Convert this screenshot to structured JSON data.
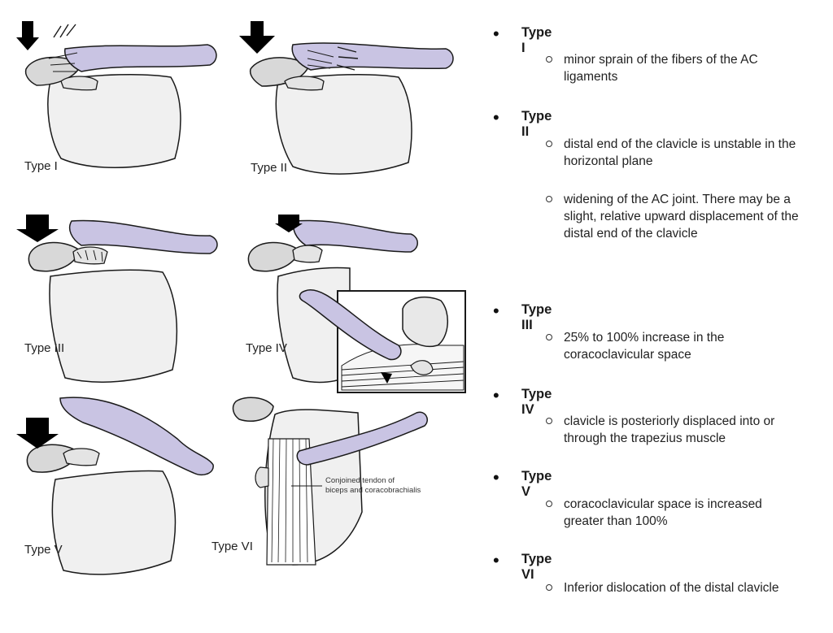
{
  "diagram": {
    "panels": [
      {
        "label": "Type I"
      },
      {
        "label": "Type II"
      },
      {
        "label": "Type III"
      },
      {
        "label": "Type IV"
      },
      {
        "label": "Type V"
      },
      {
        "label": "Type VI"
      }
    ],
    "callout": {
      "line1": "Conjoined tendon of",
      "line2": "biceps and coracobrachialis"
    },
    "colors": {
      "clavicle": "#c9c4e3",
      "bone": "#eeeeee",
      "outline": "#1a1a1a",
      "arrow": "#000000"
    }
  },
  "classification": [
    {
      "heading": "Type I",
      "points": [
        "minor sprain of the fibers of the AC ligaments"
      ]
    },
    {
      "heading": "Type II",
      "points": [
        "distal end of the clavicle is unstable in the horizontal plane",
        "widening of the AC joint. There may be a slight, relative upward displacement of the distal end of the clavicle"
      ]
    },
    {
      "heading": "Type III",
      "points": [
        "25% to 100% increase in the coracoclavicular space"
      ]
    },
    {
      "heading": "Type IV",
      "points": [
        "clavicle is posteriorly displaced into or through the trapezius muscle"
      ]
    },
    {
      "heading": "Type V",
      "points": [
        "coracoclavicular space is increased greater than 100%"
      ]
    },
    {
      "heading": "Type VI",
      "points": [
        "Inferior dislocation of the distal clavicle"
      ]
    }
  ]
}
